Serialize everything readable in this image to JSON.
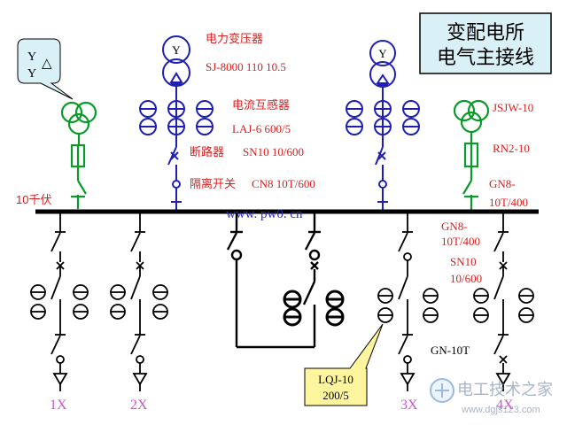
{
  "diagram": {
    "title_line1": "变配电所",
    "title_line2": "电气主接线",
    "yy_callout_line1": "Y",
    "yy_callout_delta": "△",
    "yy_callout_line2": "Y",
    "transformer_winding_label": "Y",
    "labels": {
      "transformer_name": "电力变压器",
      "transformer_model": "SJ-8000  110  10.5",
      "ct_name": "电流互感器",
      "ct_model": "LAJ-6 600/5",
      "breaker_name": "断路器",
      "breaker_model": "SN10  10/600",
      "isolator_name": "隔离开关",
      "isolator_model": "CN8  10T/600",
      "bus_voltage": "10千伏",
      "vt_model": "JSJW-10",
      "fuse_model": "RN2-10",
      "right_isolator_line1": "GN8-",
      "right_isolator_line2": "10T/400",
      "feeder_isolator_line1": "GN8-",
      "feeder_isolator_line2": "10T/400",
      "feeder_breaker_line1": "SN10",
      "feeder_breaker_line2": "10/600",
      "feeder_gn": "GN-10T",
      "lqj_line1": "LQJ-10",
      "lqj_line2": "200/5"
    },
    "watermark_url": "www. pw0. cn",
    "feeders": [
      "1X",
      "2X",
      "3X",
      "4X"
    ],
    "brand_name": "电工技术之家",
    "brand_url": "www.dgjs123.com"
  },
  "colors": {
    "line": "#000000",
    "blue": "#1f1fb4",
    "green": "#0a9a2a",
    "red": "#d82020",
    "magenta": "#cc55cc",
    "watermark": "#2a2ac8",
    "title_box": "#d9f1f6",
    "callout_box": "#d9f1f6",
    "lqj_box": "#fff59e"
  }
}
